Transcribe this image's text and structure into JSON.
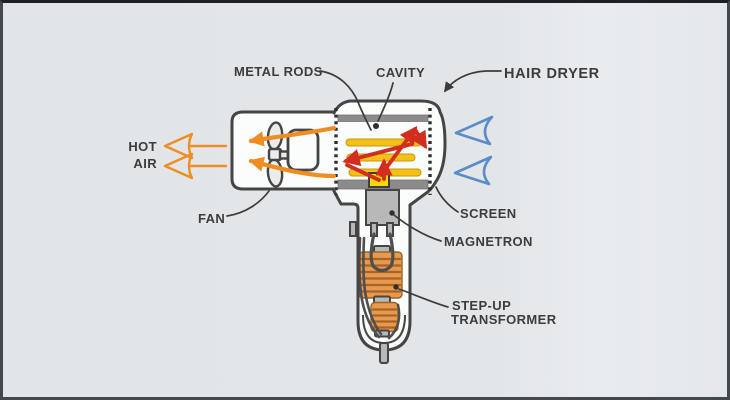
{
  "diagram": {
    "labels": {
      "metal_rods": "METAL RODS",
      "cavity": "CAVITY",
      "hair_dryer": "HAIR DRYER",
      "hot": "HOT",
      "air": "AIR",
      "fan": "FAN",
      "screen": "SCREEN",
      "magnetron": "MAGNETRON",
      "step_up_line1": "STEP-UP",
      "step_up_line2": "TRANSFORMER"
    },
    "colors": {
      "background": "#e3e6e9",
      "body": "#fbfcfc",
      "outline": "#454545",
      "label": "#3c3c3c",
      "hot-air": "#ef8d22",
      "microwave": "#d22d1e",
      "rods": "#f3c019",
      "emitter": "#ffd608",
      "intake": "#5b8cc8",
      "metal-gray": "#b8b8b8",
      "wall-gray": "#8b8b8b",
      "coil": "#e59a4f",
      "coil-stripe": "#a96325"
    }
  }
}
